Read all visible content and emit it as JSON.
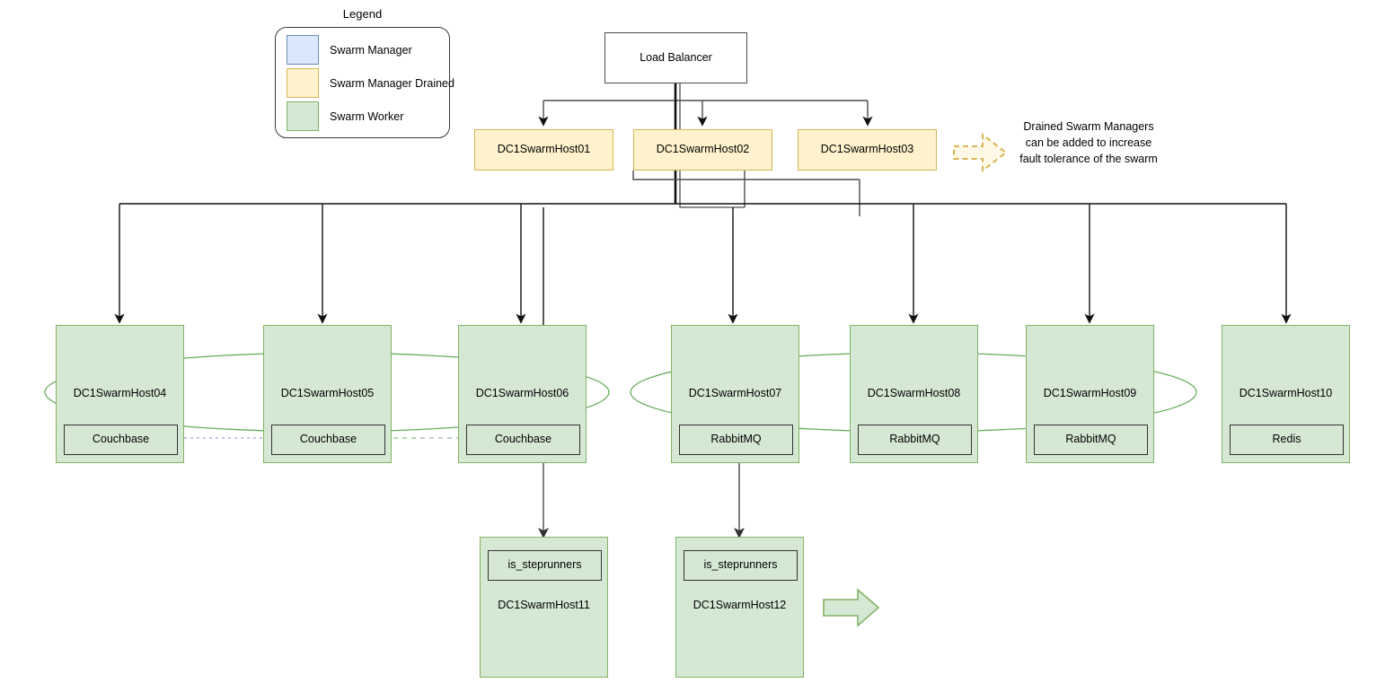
{
  "legend": {
    "title": "Legend",
    "items": [
      {
        "label": "Swarm Manager",
        "swatch": "swarm-manager",
        "fill": "#dae8fc",
        "stroke": "#6c8ebf"
      },
      {
        "label": "Swarm Manager Drained",
        "swatch": "swarm-manager-drained",
        "fill": "#fff2cc",
        "stroke": "#d6b656"
      },
      {
        "label": "Swarm Worker",
        "swatch": "swarm-worker",
        "fill": "#d5e8d4",
        "stroke": "#82b366"
      }
    ]
  },
  "load_balancer": {
    "label": "Load Balancer"
  },
  "annotation": {
    "text": "Drained Swarm Managers can be added to increase fault tolerance of the swarm"
  },
  "managers": [
    {
      "label": "DC1SwarmHost01"
    },
    {
      "label": "DC1SwarmHost02"
    },
    {
      "label": "DC1SwarmHost03"
    }
  ],
  "workers": [
    {
      "label": "DC1SwarmHost04",
      "service": "Couchbase"
    },
    {
      "label": "DC1SwarmHost05",
      "service": "Couchbase"
    },
    {
      "label": "DC1SwarmHost06",
      "service": "Couchbase"
    },
    {
      "label": "DC1SwarmHost07",
      "service": "RabbitMQ"
    },
    {
      "label": "DC1SwarmHost08",
      "service": "RabbitMQ"
    },
    {
      "label": "DC1SwarmHost09",
      "service": "RabbitMQ"
    },
    {
      "label": "DC1SwarmHost10",
      "service": "Redis"
    }
  ],
  "runners": [
    {
      "label": "DC1SwarmHost11",
      "service": "is_steprunners"
    },
    {
      "label": "DC1SwarmHost12",
      "service": "is_steprunners"
    }
  ],
  "colors": {
    "manager_fill": "#dae8fc",
    "manager_stroke": "#6c8ebf",
    "drained_fill": "#fff2cc",
    "drained_stroke": "#d6b656",
    "worker_fill": "#d5e8d4",
    "worker_stroke": "#82b366",
    "line": "#4d4d4d",
    "cluster_ellipse": "#67ab5b",
    "replication_dash": "#b39ddb"
  }
}
